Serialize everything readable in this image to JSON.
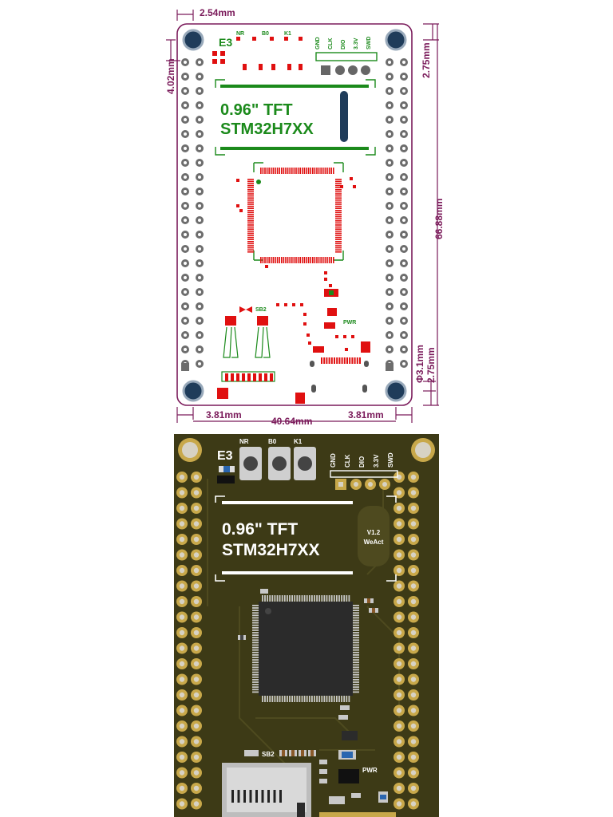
{
  "dimensions": {
    "pin_pitch": "2.54mm",
    "top_margin": "4.02mm",
    "right_top": "2.75mm",
    "height": "66.88mm",
    "hole_dia": "Φ3.1mm",
    "right_bottom": "2.75mm",
    "left_edge": "3.81mm",
    "width": "40.64mm",
    "right_edge": "3.81mm"
  },
  "silkscreen": {
    "board_id": "E3",
    "buttons": [
      "NR",
      "B0",
      "K1"
    ],
    "swd_pins": [
      "GND",
      "CLK",
      "DIO",
      "3.3V",
      "SWD"
    ],
    "title_line1": "0.96\" TFT",
    "title_line2": "STM32H7XX",
    "power_led": "PWR",
    "solder_bridge": "SB2"
  },
  "render_label": {
    "version": "V1.2",
    "brand": "WeAct"
  },
  "colors": {
    "outline": "#7a1a5a",
    "silk_green": "#1b8a1b",
    "pad_red": "#e01010",
    "pcb": "#3d3a16",
    "gold": "#c8a84a"
  }
}
